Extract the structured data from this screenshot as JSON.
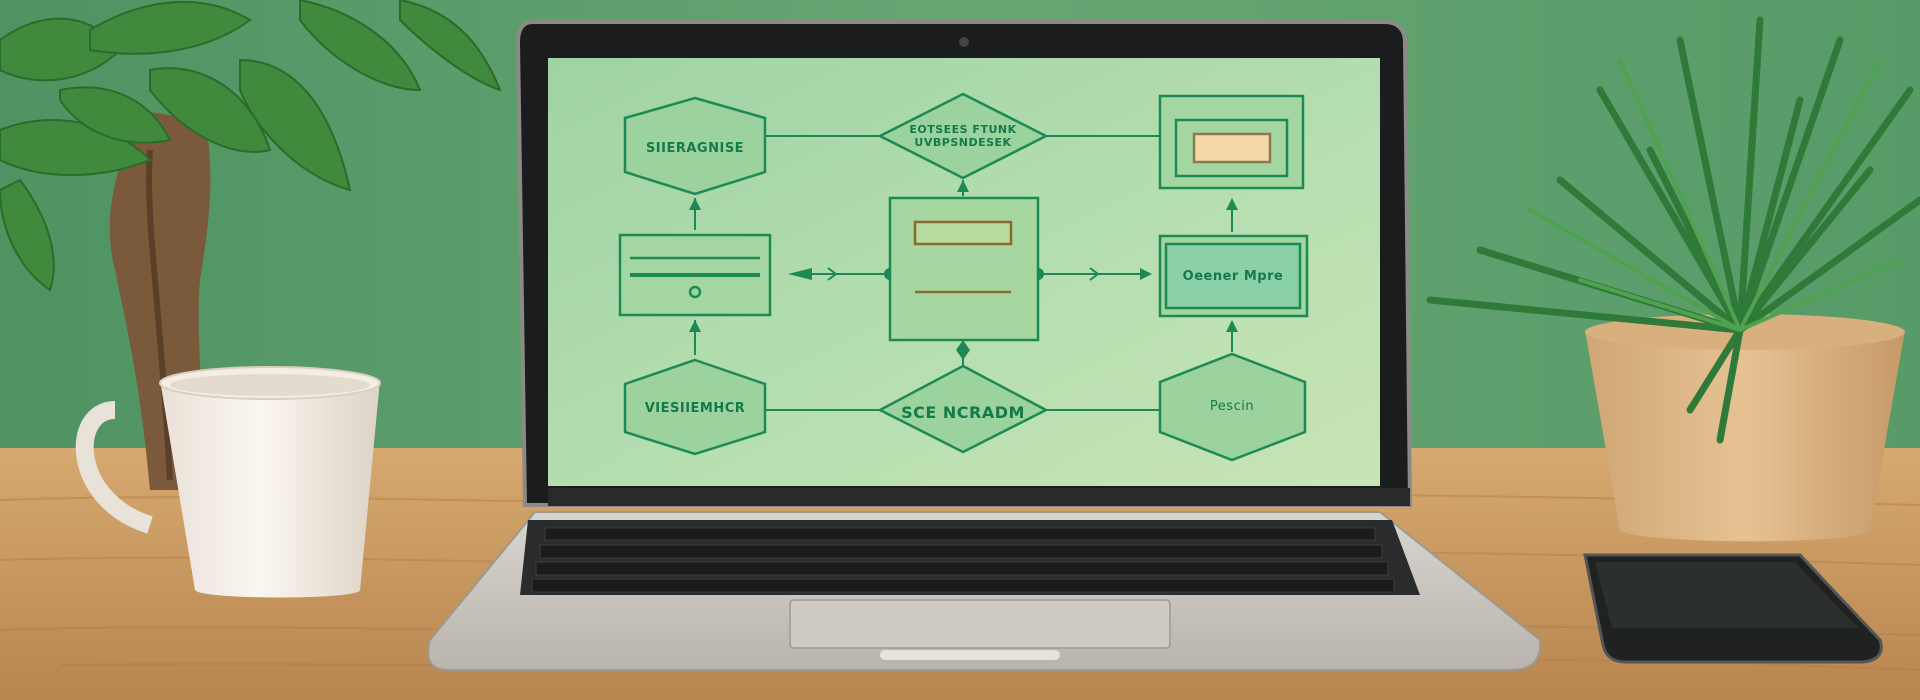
{
  "diagram": {
    "labels": {
      "top_left": "SIIERAGNISE",
      "top_center_line1": "EOTSEES FTUNK",
      "top_center_line2": "UVBPSNDESEK",
      "bottom_left": "VIESIIEMHCR",
      "bottom_center": "SCE NCRADM",
      "bottom_right": "Pescin",
      "mid_right": "Oeener Mpre"
    }
  },
  "colors": {
    "wall": "#5d9d6c",
    "screen": "#a9d8aa",
    "diagram_stroke": "#1d8a55",
    "desk": "#c99a63"
  }
}
